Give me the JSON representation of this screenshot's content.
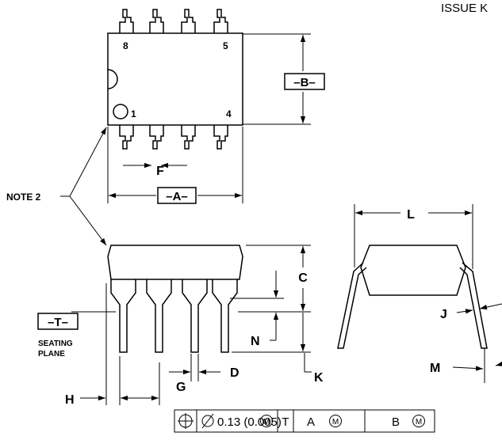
{
  "header": {
    "issue": "ISSUE K"
  },
  "top_view": {
    "pin_8": "8",
    "pin_5": "5",
    "pin_1": "1",
    "pin_4": "4"
  },
  "datums": {
    "b": "–B–",
    "a": "–A–",
    "t": "–T–"
  },
  "labels": {
    "f": "F",
    "note2": "NOTE 2",
    "l": "L",
    "c": "C",
    "j": "J",
    "n": "N",
    "seating_1": "SEATING",
    "seating_2": "PLANE",
    "m": "M",
    "d": "D",
    "k": "K",
    "h": "H",
    "g": "G"
  },
  "tolerance_frame": {
    "value": "0.13 (0.005)",
    "ref_t": "T",
    "ref_a": "A",
    "ref_b": "B",
    "mmc": "M"
  },
  "colors": {
    "line": "#000000",
    "background": "#ffffff"
  }
}
